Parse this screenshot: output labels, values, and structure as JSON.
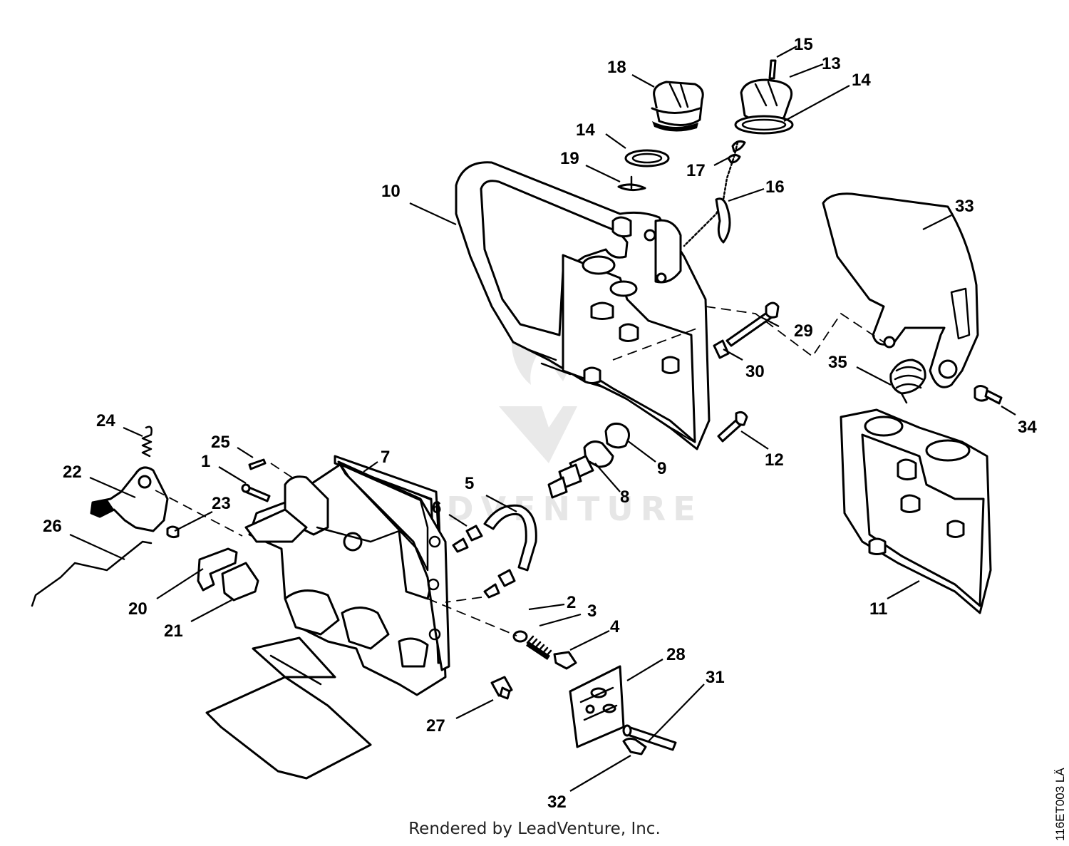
{
  "watermark": {
    "brand": "LEADVENTURE"
  },
  "footer": {
    "text": "Rendered by LeadVenture, Inc."
  },
  "document_id": "116ET003 LÄ",
  "callouts": {
    "c1": "1",
    "c2": "2",
    "c3": "3",
    "c4": "4",
    "c5": "5",
    "c6": "6",
    "c7": "7",
    "c8": "8",
    "c9": "9",
    "c10": "10",
    "c11": "11",
    "c12": "12",
    "c13": "13",
    "c14a": "14",
    "c14b": "14",
    "c15": "15",
    "c16": "16",
    "c17": "17",
    "c18": "18",
    "c19": "19",
    "c20": "20",
    "c21": "21",
    "c22": "22",
    "c23": "23",
    "c24": "24",
    "c25": "25",
    "c26": "26",
    "c27": "27",
    "c28": "28",
    "c29": "29",
    "c30": "30",
    "c31": "31",
    "c32": "32",
    "c33": "33",
    "c34": "34",
    "c35": "35"
  }
}
